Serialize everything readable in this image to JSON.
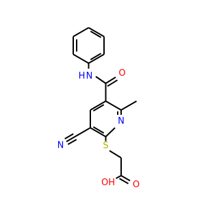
{
  "colors": {
    "bond": "#000000",
    "nitrogen": "#0000FF",
    "oxygen": "#FF0000",
    "sulfur": "#B2B200",
    "carbon": "#000000"
  },
  "atoms": {
    "amide_nh": {
      "text": "H",
      "sub": "N"
    },
    "amide_o": "O",
    "ring_n": "N",
    "nitrile_n": "N",
    "thioether_s": "S",
    "acid_oh": "OH",
    "acid_o": "O"
  }
}
